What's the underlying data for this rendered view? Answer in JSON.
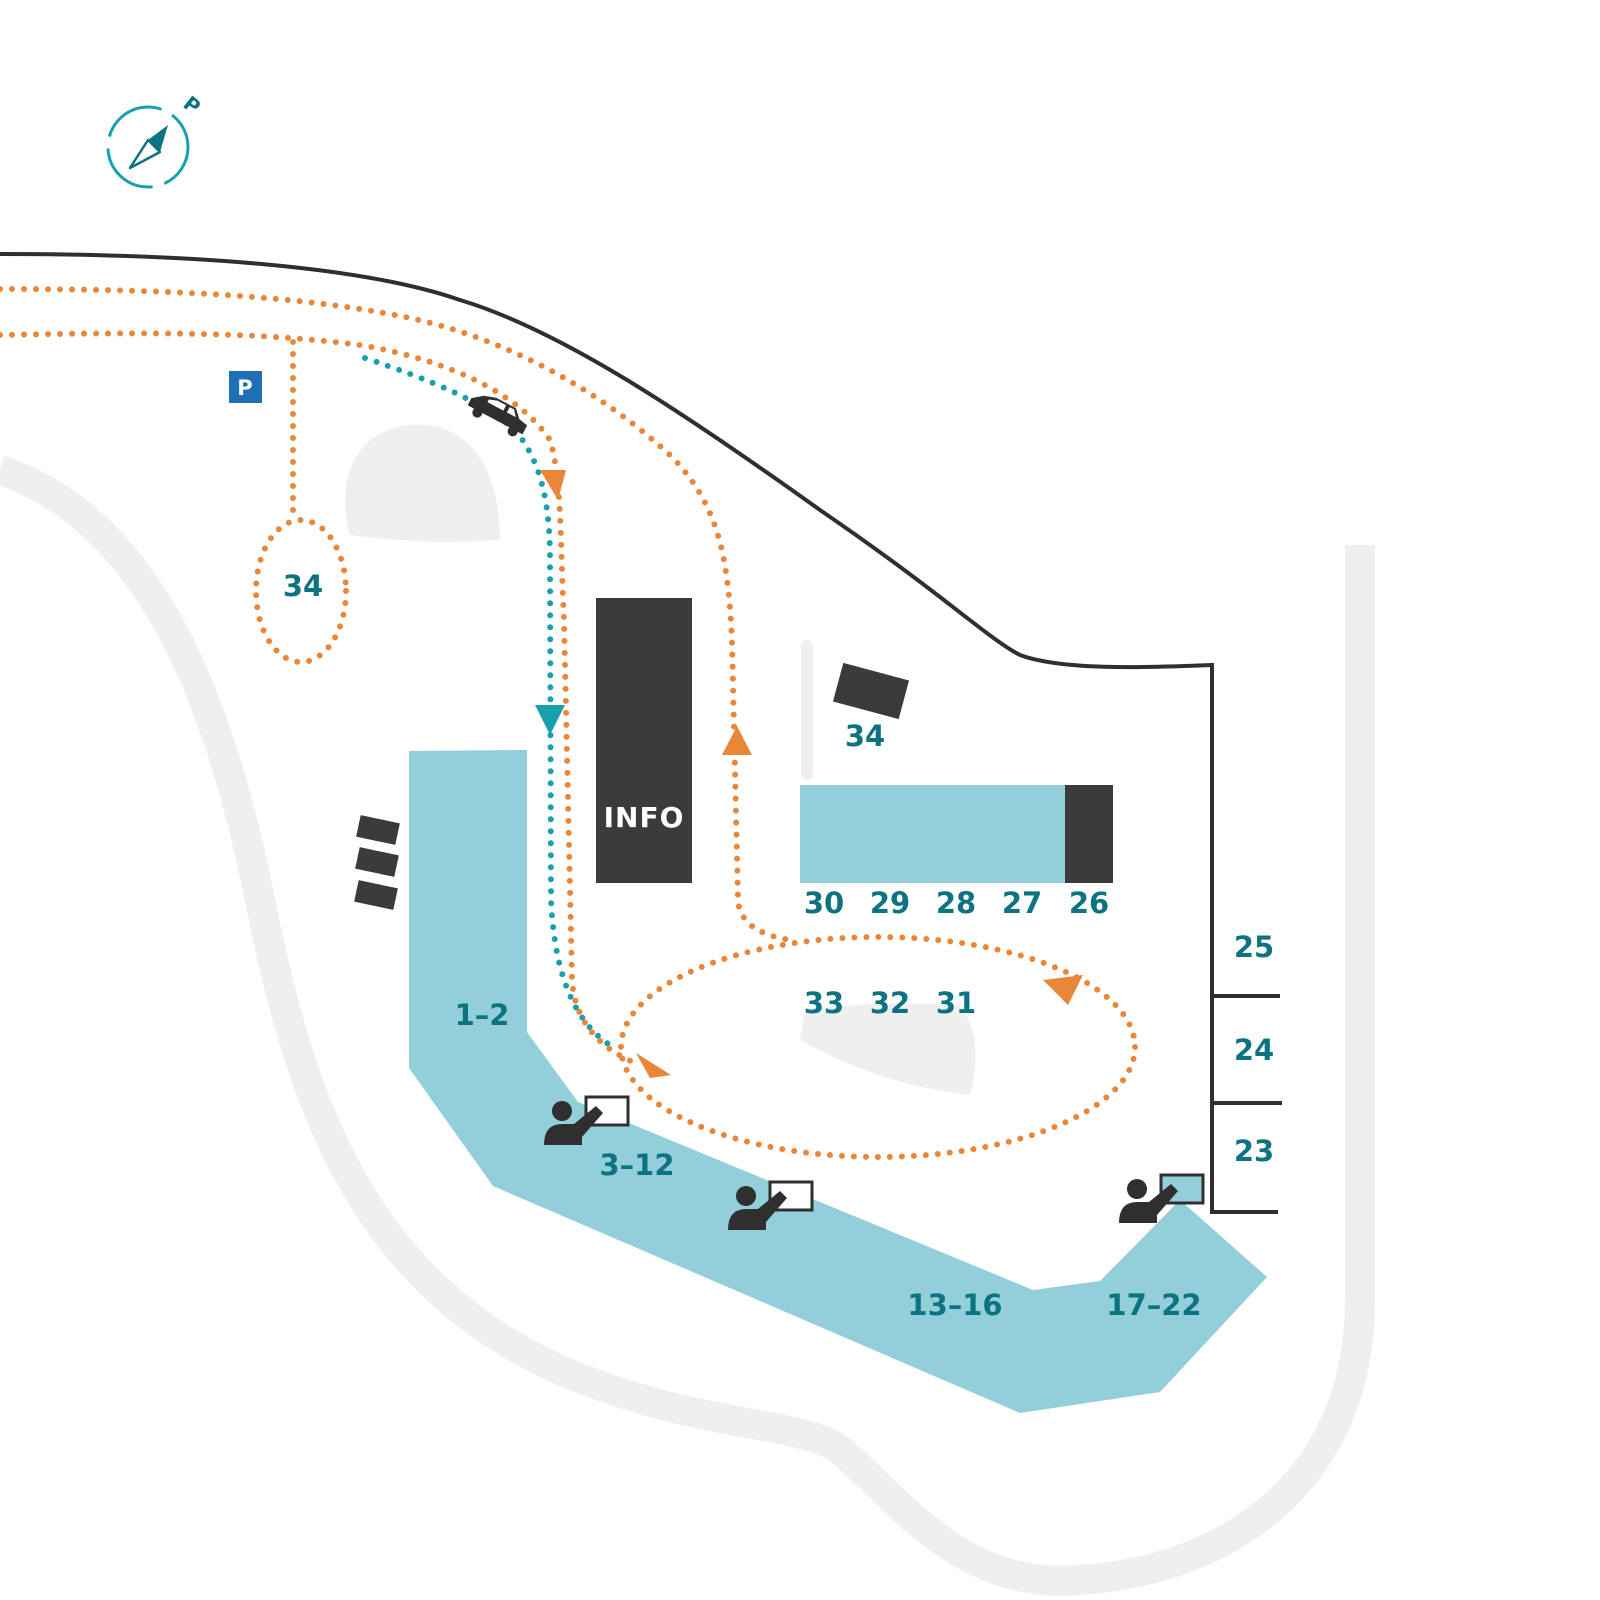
{
  "colors": {
    "background": "#ffffff",
    "road_gray": "#efefef",
    "water_blue": "#92cfdb",
    "building_dark": "#3b3b3b",
    "label_teal": "#0e7380",
    "route_orange": "#e8873a",
    "route_teal": "#1a9fae",
    "parking_blue": "#1f6fb5",
    "outline_dark": "#2f2f2f"
  },
  "compass": {
    "icon": "compass-icon",
    "north_label": "P"
  },
  "parking": {
    "icon": "parking-sign-icon",
    "label": "P"
  },
  "info_building": {
    "label": "INFO"
  },
  "icons": {
    "car": "car-icon",
    "stand": "person-at-counter-icon",
    "route_arrow": "triangle-arrow-icon"
  },
  "labels": {
    "area_34_loop": "34",
    "area_34_building": "34",
    "site_30": "30",
    "site_29": "29",
    "site_28": "28",
    "site_27": "27",
    "site_26": "26",
    "site_25": "25",
    "site_24": "24",
    "site_23": "23",
    "site_33": "33",
    "site_32": "32",
    "site_31": "31",
    "site_1_2": "1–2",
    "site_3_12": "3–12",
    "site_13_16": "13–16",
    "site_17_22": "17–22"
  }
}
